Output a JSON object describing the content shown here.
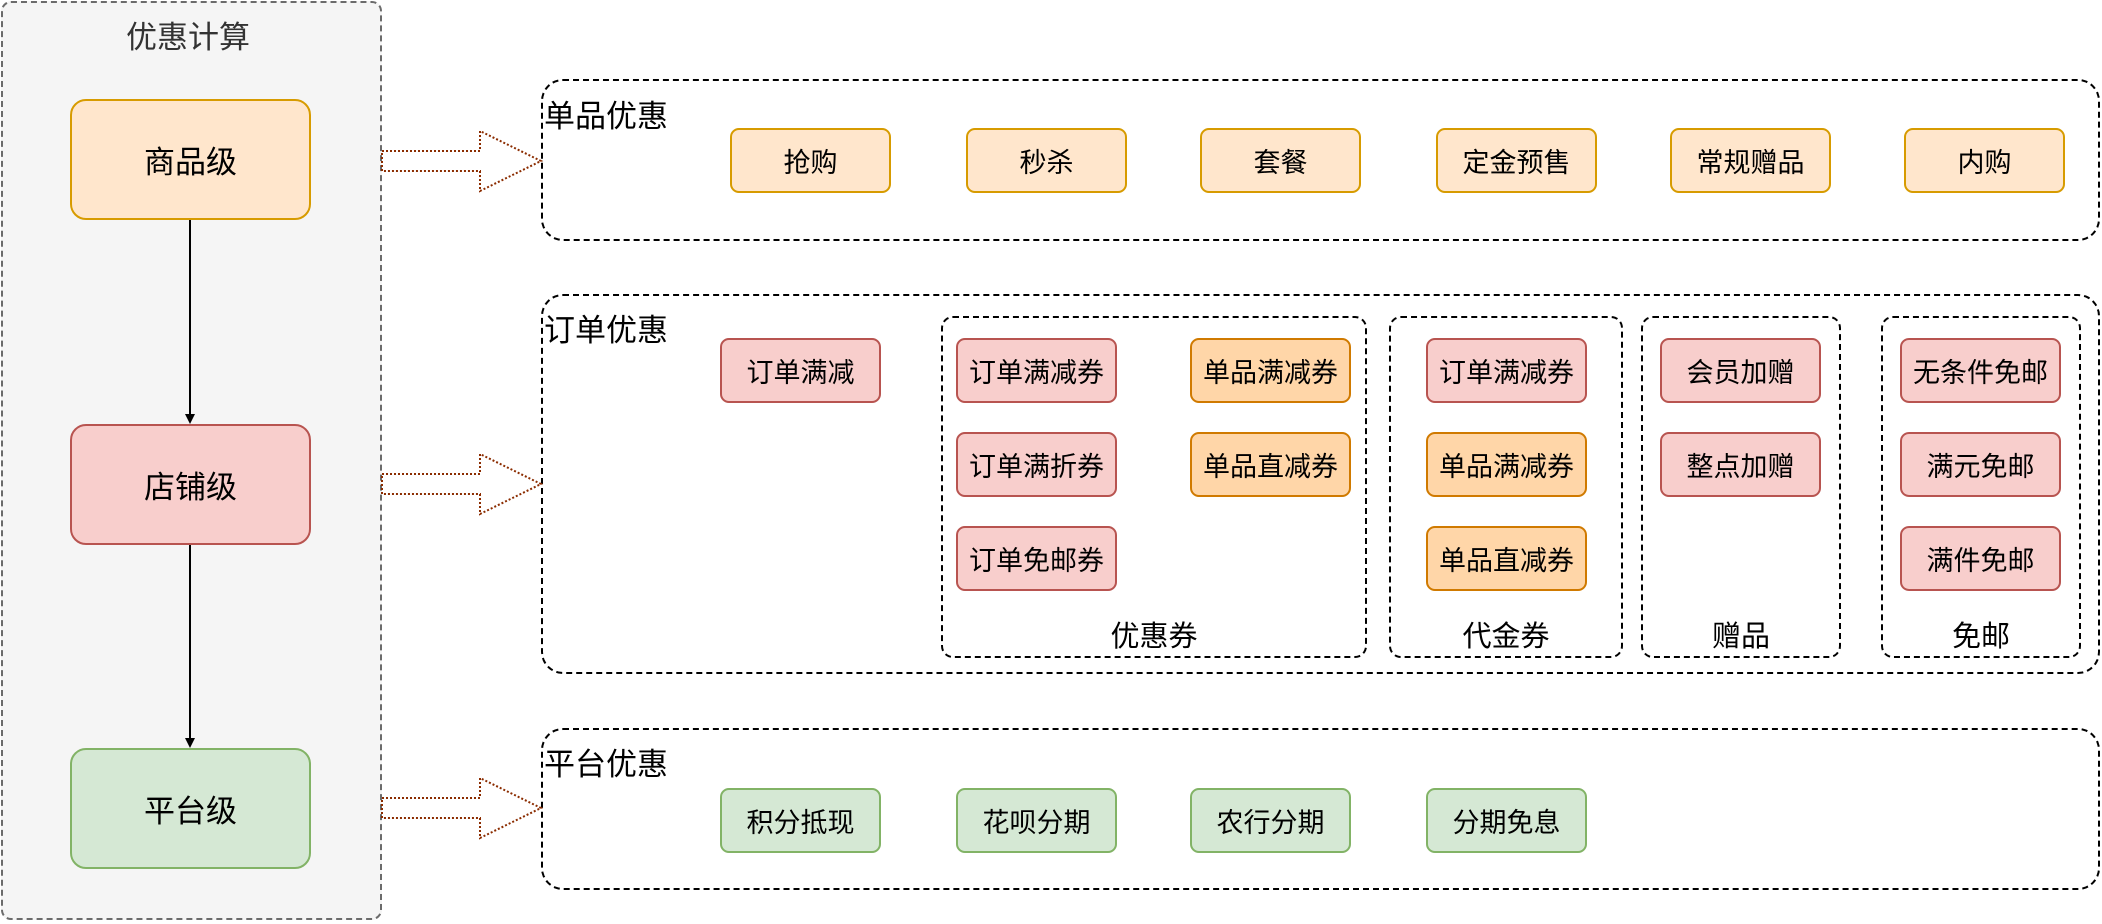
{
  "left_panel": {
    "title": "优惠计算",
    "levels": [
      {
        "label": "商品级",
        "color": "#ffe6cc"
      },
      {
        "label": "店铺级",
        "color": "#f8cecc"
      },
      {
        "label": "平台级",
        "color": "#d5e8d4"
      }
    ]
  },
  "single": {
    "title": "单品优惠",
    "items": [
      "抢购",
      "秒杀",
      "套餐",
      "定金预售",
      "常规赠品",
      "内购"
    ]
  },
  "order": {
    "title": "订单优惠",
    "standalone": "订单满减",
    "coupon": {
      "caption": "优惠券",
      "items": [
        "订单满减券",
        "单品满减券",
        "订单满折券",
        "单品直减券",
        "订单免邮券"
      ]
    },
    "voucher": {
      "caption": "代金券",
      "items": [
        "订单满减券",
        "单品满减券",
        "单品直减券"
      ]
    },
    "gift": {
      "caption": "赠品",
      "items": [
        "会员加赠",
        "整点加赠"
      ]
    },
    "freeship": {
      "caption": "免邮",
      "items": [
        "无条件免邮",
        "满元免邮",
        "满件免邮"
      ]
    }
  },
  "platform": {
    "title": "平台优惠",
    "items": [
      "积分抵现",
      "花呗分期",
      "农行分期",
      "分期免息"
    ]
  },
  "colors": {
    "product": "#ffe6cc",
    "store": "#f8cecc",
    "platform": "#d5e8d4",
    "arrow": "#8b2c00"
  }
}
